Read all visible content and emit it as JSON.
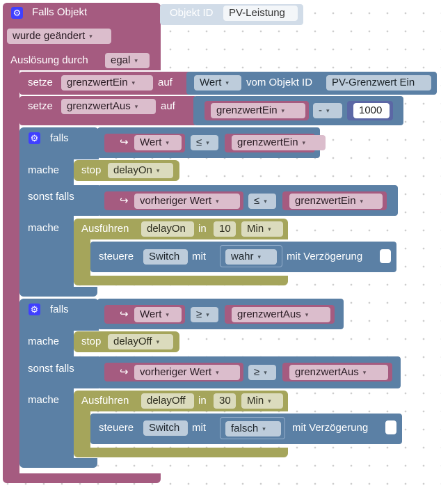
{
  "trigger": {
    "title": "Falls Objekt",
    "object_label": "Objekt ID",
    "object_value": "PV-Leistung",
    "event_value": "wurde geändert",
    "trigger_label": "Auslösung durch",
    "trigger_value": "egal"
  },
  "set1": {
    "setze": "setze",
    "var": "grenzwertEin",
    "auf": "auf",
    "prop": "Wert",
    "from_obj": "vom Objekt ID",
    "obj": "PV-Grenzwert Ein"
  },
  "set2": {
    "setze": "setze",
    "var": "grenzwertAus",
    "auf": "auf",
    "operand": "grenzwertEin",
    "op": "-",
    "number": "1000"
  },
  "if1": {
    "falls": "falls",
    "arrow": "↪",
    "cond_left": "Wert",
    "cond_op": "≤",
    "cond_right": "grenzwertEin",
    "mache": "mache",
    "stop": "stop",
    "stop_var": "delayOn",
    "elseif": "sonst falls",
    "cond2_left": "vorheriger Wert",
    "cond2_op": "≤",
    "cond2_right": "grenzwertEin",
    "mache2": "mache",
    "exec": "Ausführen",
    "exec_var": "delayOn",
    "in": "in",
    "time": "10",
    "unit": "Min",
    "steuere": "steuere",
    "target": "Switch",
    "mit": "mit",
    "value": "wahr",
    "delay": "mit Verzögerung"
  },
  "if2": {
    "falls": "falls",
    "arrow": "↪",
    "cond_left": "Wert",
    "cond_op": "≥",
    "cond_right": "grenzwertAus",
    "mache": "mache",
    "stop": "stop",
    "stop_var": "delayOff",
    "elseif": "sonst falls",
    "cond2_left": "vorheriger Wert",
    "cond2_op": "≥",
    "cond2_right": "grenzwertAus",
    "mache2": "mache",
    "exec": "Ausführen",
    "exec_var": "delayOff",
    "in": "in",
    "time": "30",
    "unit": "Min",
    "steuere": "steuere",
    "target": "Switch",
    "mit": "mit",
    "value": "falsch",
    "delay": "mit Verzögerung"
  },
  "colors": {
    "events": "#a55b80",
    "logic": "#5b80a5",
    "timers": "#a5a55b",
    "gear": "#4040ff"
  }
}
